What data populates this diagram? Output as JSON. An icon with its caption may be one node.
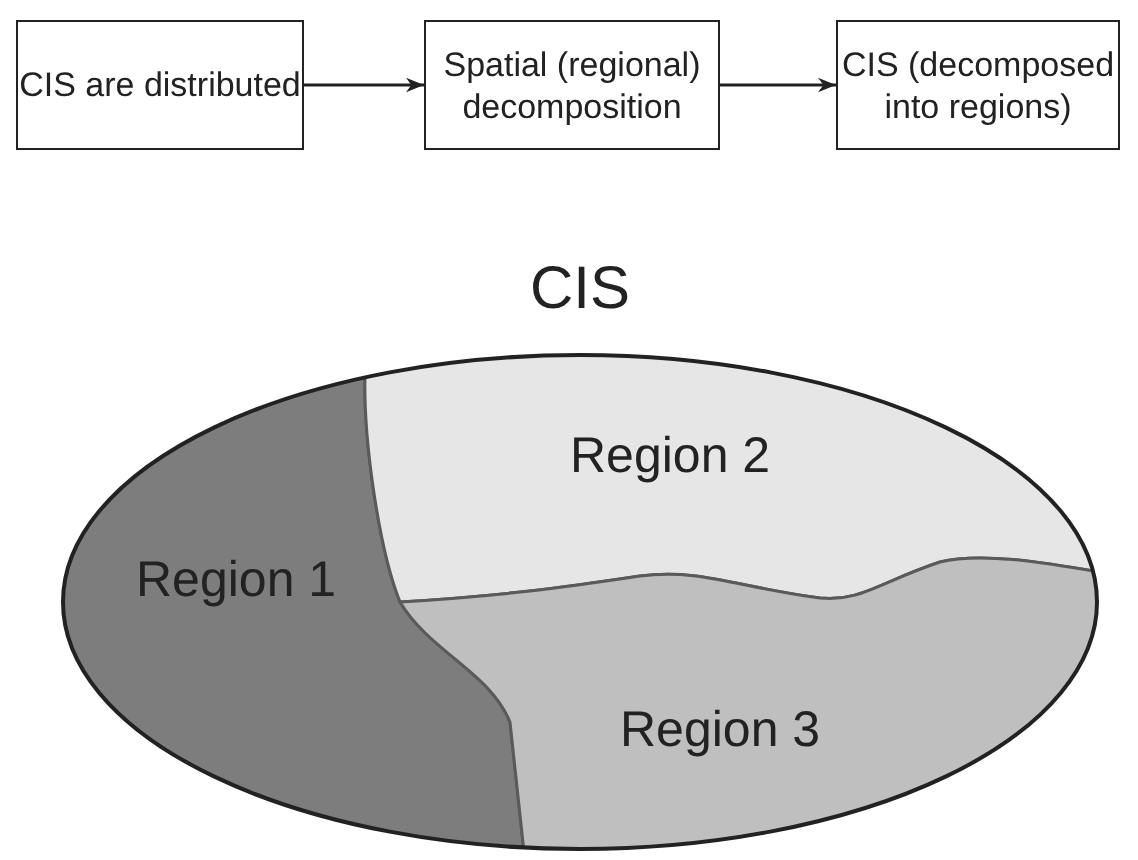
{
  "diagram": {
    "nodes": [
      {
        "text": [
          "CIS are distributed"
        ]
      },
      {
        "text": [
          "Spatial (regional) decomposition"
        ]
      },
      {
        "text": [
          "CIS (decomposed into regions)"
        ]
      },
      {
        "text": [
          "CIS"
        ]
      },
      {
        "text": [
          "Region 1"
        ],
        "in": 3
      },
      {
        "text": [
          "Region 2"
        ],
        "in": 3
      },
      {
        "text": [
          "Region 3"
        ],
        "in": 3
      }
    ],
    "edges": [
      {
        "from": 0,
        "to": 1,
        "arrow": "to"
      },
      {
        "from": 1,
        "to": 2,
        "arrow": "to"
      }
    ]
  }
}
